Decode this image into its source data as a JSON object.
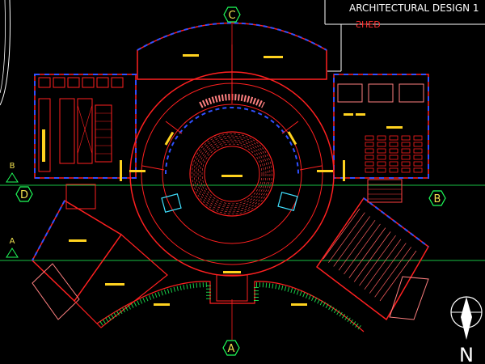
{
  "title_block": {
    "heading": "ARCHITECTURAL DESIGN 1",
    "sub": "SHED"
  },
  "grid_markers": {
    "top": "C",
    "bottom": "A",
    "left": "D",
    "right": "B",
    "left_small_upper": "B",
    "left_small_lower": "A"
  },
  "north_label": "N",
  "colors": {
    "background": "#000000",
    "wall_red": "#ff2020",
    "wall_blue": "#3050ff",
    "accent_yellow": "#ffd21f",
    "grid_green": "#1fff5a",
    "marker_yellow": "#f0e050",
    "white": "#ffffff"
  }
}
